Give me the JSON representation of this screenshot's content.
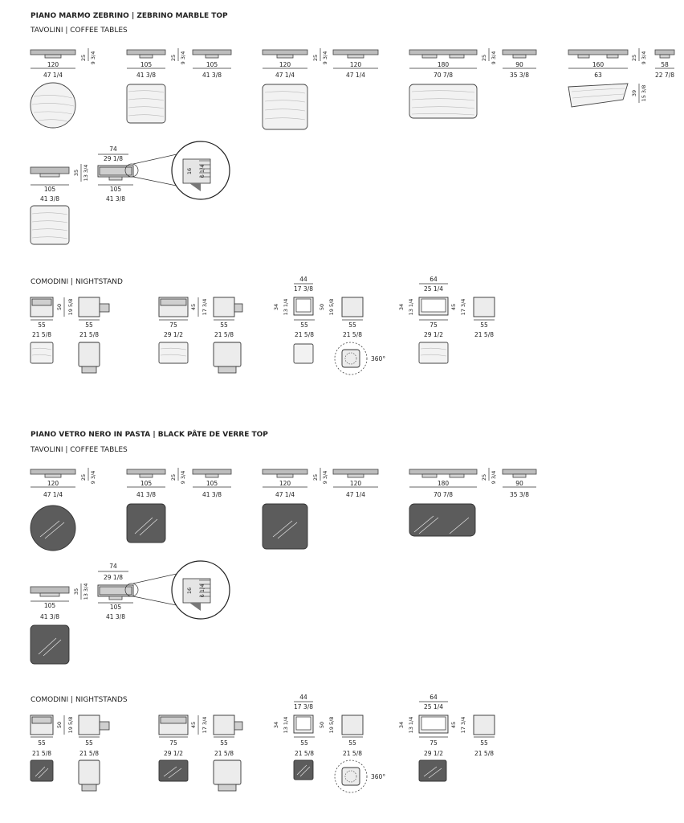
{
  "section1": {
    "title": "PIANO MARMO ZEBRINO | ZEBRINO MARBLE TOP",
    "coffee_title": "TAVOLINI | COFFEE TABLES",
    "night_title": "COMODINI | NIGHTSTAND"
  },
  "section2": {
    "title": "PIANO VETRO NERO IN PASTA | BLACK PÂTE DE VERRE TOP",
    "coffee_title": "TAVOLINI | COFFEE TABLES",
    "night_title": "COMODINI | NIGHTSTANDS"
  },
  "coffee_row1": [
    {
      "w_cm": "120",
      "w_in": "47 1/4",
      "h_cm": "25",
      "h_in": "9 3/4"
    },
    {
      "w_cm": "105",
      "w_in": "41 3/8",
      "h_cm": "25",
      "h_in": "9 3/4"
    },
    {
      "w_cm": "105",
      "w_in": "41 3/8"
    },
    {
      "w_cm": "120",
      "w_in": "47 1/4",
      "h_cm": "25",
      "h_in": "9 3/4"
    },
    {
      "w_cm": "120",
      "w_in": "47 1/4"
    },
    {
      "w_cm": "180",
      "w_in": "70 7/8",
      "h_cm": "25",
      "h_in": "9 3/4"
    },
    {
      "w_cm": "90",
      "w_in": "35 3/8"
    },
    {
      "w_cm": "160",
      "w_in": "63",
      "h_cm": "25",
      "h_in": "9 3/4",
      "d_cm": "39",
      "d_in": "15 3/8"
    },
    {
      "w_cm": "58",
      "w_in": "22 7/8"
    }
  ],
  "coffee_row2": {
    "w_cm": "105",
    "w_in": "41 3/8",
    "h_cm": "35",
    "h_in": "13 3/4",
    "top_cm": "74",
    "top_in": "29 1/8",
    "detail_cm": "16",
    "detail_in": "6 1/4"
  },
  "nightstands": [
    {
      "w_cm": "55",
      "w_in": "21 5/8",
      "h_cm": "50",
      "h_in": "19 5/8",
      "d_cm": "55",
      "d_in": "21 5/8"
    },
    {
      "w_cm": "75",
      "w_in": "29 1/2",
      "h_cm": "45",
      "h_in": "17 3/4",
      "d_cm": "55",
      "d_in": "21 5/8"
    },
    {
      "top_cm": "44",
      "top_in": "17 3/8",
      "h_cm": "34",
      "h_in": "13 1/4",
      "w_cm": "55",
      "w_in": "21 5/8",
      "h2_cm": "50",
      "h2_in": "19 5/8",
      "d_cm": "55",
      "d_in": "21 5/8",
      "rotation": "360°"
    },
    {
      "top_cm": "64",
      "top_in": "25 1/4",
      "h_cm": "34",
      "h_in": "13 1/4",
      "w_cm": "75",
      "w_in": "29 1/2",
      "h2_cm": "45",
      "h2_in": "17 3/4",
      "d_cm": "55",
      "d_in": "21 5/8"
    }
  ]
}
